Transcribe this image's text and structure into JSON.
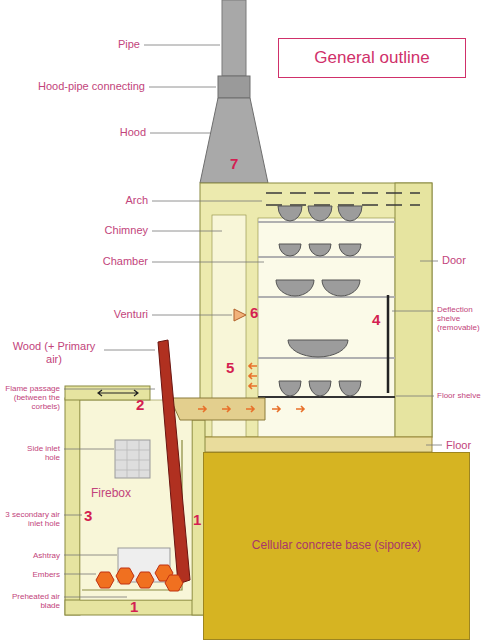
{
  "diagram": {
    "title": "General outline",
    "nodes": [
      {
        "text": [
          "Firebox"
        ]
      },
      {
        "text": [
          "Cellular concrete base (siporex)"
        ]
      }
    ],
    "labels": [
      "Pipe",
      "Hood-pipe connecting",
      "Hood",
      "7",
      "Arch",
      "Chimney",
      "Chamber",
      "Venturi",
      "6",
      "Wood (+ Primary air)",
      "5",
      "4",
      "Door",
      "Deflection shelve (removable)",
      "Floor shelve",
      "Flame passage (between the corbels)",
      "2",
      "Floor",
      "Side inlet hole",
      "3 secondary air inlet hole",
      "3",
      "1",
      "Ashtray",
      "Embers",
      "Preheated air blade",
      "1"
    ]
  }
}
